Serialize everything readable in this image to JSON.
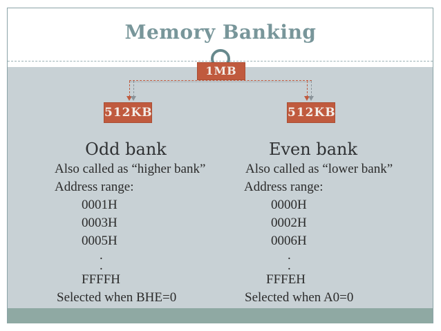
{
  "slide": {
    "title": "Memory Banking"
  },
  "diagram": {
    "root": {
      "label": "1MB"
    },
    "left_bank": {
      "label": "512KB"
    },
    "right_bank": {
      "label": "512KB"
    }
  },
  "columns": {
    "odd": {
      "heading": "Odd bank",
      "alias": "Also called as “higher bank”",
      "range_label": "Address range:",
      "addresses": [
        "0001H",
        "0003H",
        "0005H"
      ],
      "dot": ".",
      "last_address": "FFFFH",
      "selected": "Selected when BHE=0"
    },
    "even": {
      "heading": "Even bank",
      "alias": "Also called as “lower bank”",
      "range_label": "Address range:",
      "addresses": [
        "0000H",
        "0002H",
        "0006H"
      ],
      "dot": ".",
      "last_address": "FFFEH",
      "selected": "Selected when A0=0"
    }
  },
  "colors": {
    "accent_orange": "#c05a3e",
    "accent_teal": "#78969a",
    "handle_teal": "#67898d",
    "connector_red": "#bf5a3e",
    "connector_gray": "#8a9399",
    "slide_body_bg": "#c8d1d5",
    "footer_band": "#8fa9a3",
    "text": "#2b2b2b"
  }
}
